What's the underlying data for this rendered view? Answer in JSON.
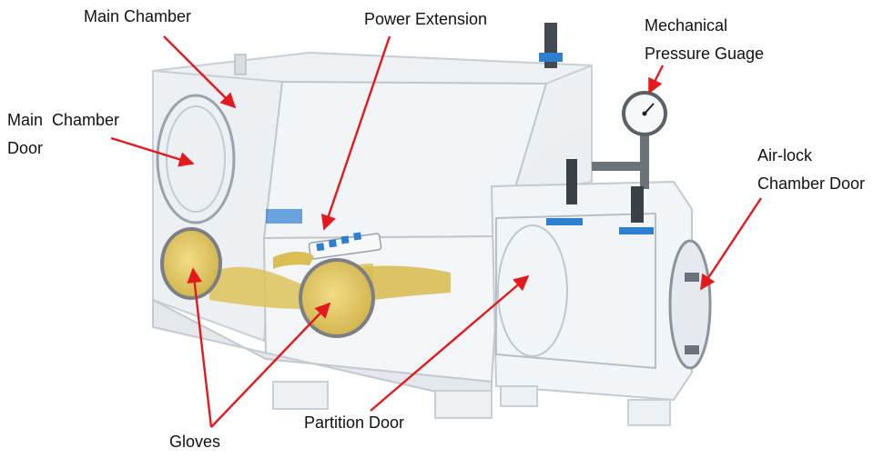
{
  "labels": {
    "main_chamber": "Main Chamber",
    "main_chamber_door": [
      "Main  Chamber",
      "Door"
    ],
    "power_extension": "Power Extension",
    "pressure_gauge": [
      "Mechanical",
      "Pressure Guage"
    ],
    "airlock_door": [
      "Air-lock",
      "Chamber Door"
    ],
    "partition_door": "Partition Door",
    "gloves": "Gloves"
  },
  "colors": {
    "arrow": "#e3191c",
    "label_text": "#111111",
    "acrylic_edge": "#c9cfd6",
    "glove": "#dcc35a",
    "blue_tape": "#2f7fd0"
  }
}
